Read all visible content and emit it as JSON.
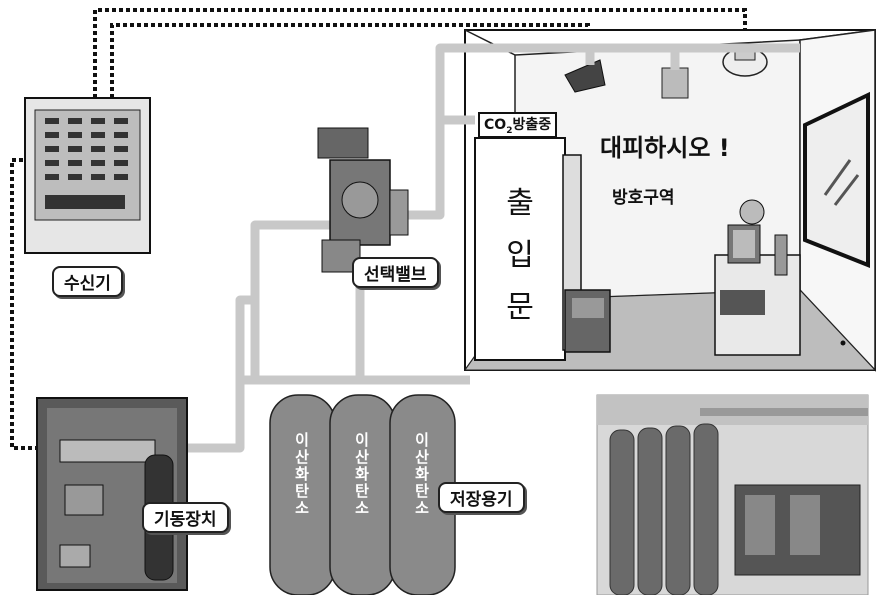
{
  "labels": {
    "receiver": "수신기",
    "selector_valve": "선택밸브",
    "actuator": "기동장치",
    "storage": "저장용기",
    "cylinder_text": "이산화탄소",
    "co2_sign": "CO2방출중",
    "door_chars": [
      "출",
      "입",
      "문"
    ],
    "evacuate": "대피하시오 !",
    "protected_zone": "방호구역"
  },
  "colors": {
    "pipe": "#c8c8c8",
    "cylinder": "#8a8a8a",
    "wire": "#111111",
    "room_floor": "#bdbdbd",
    "room_wall": "#f2f2f2"
  }
}
